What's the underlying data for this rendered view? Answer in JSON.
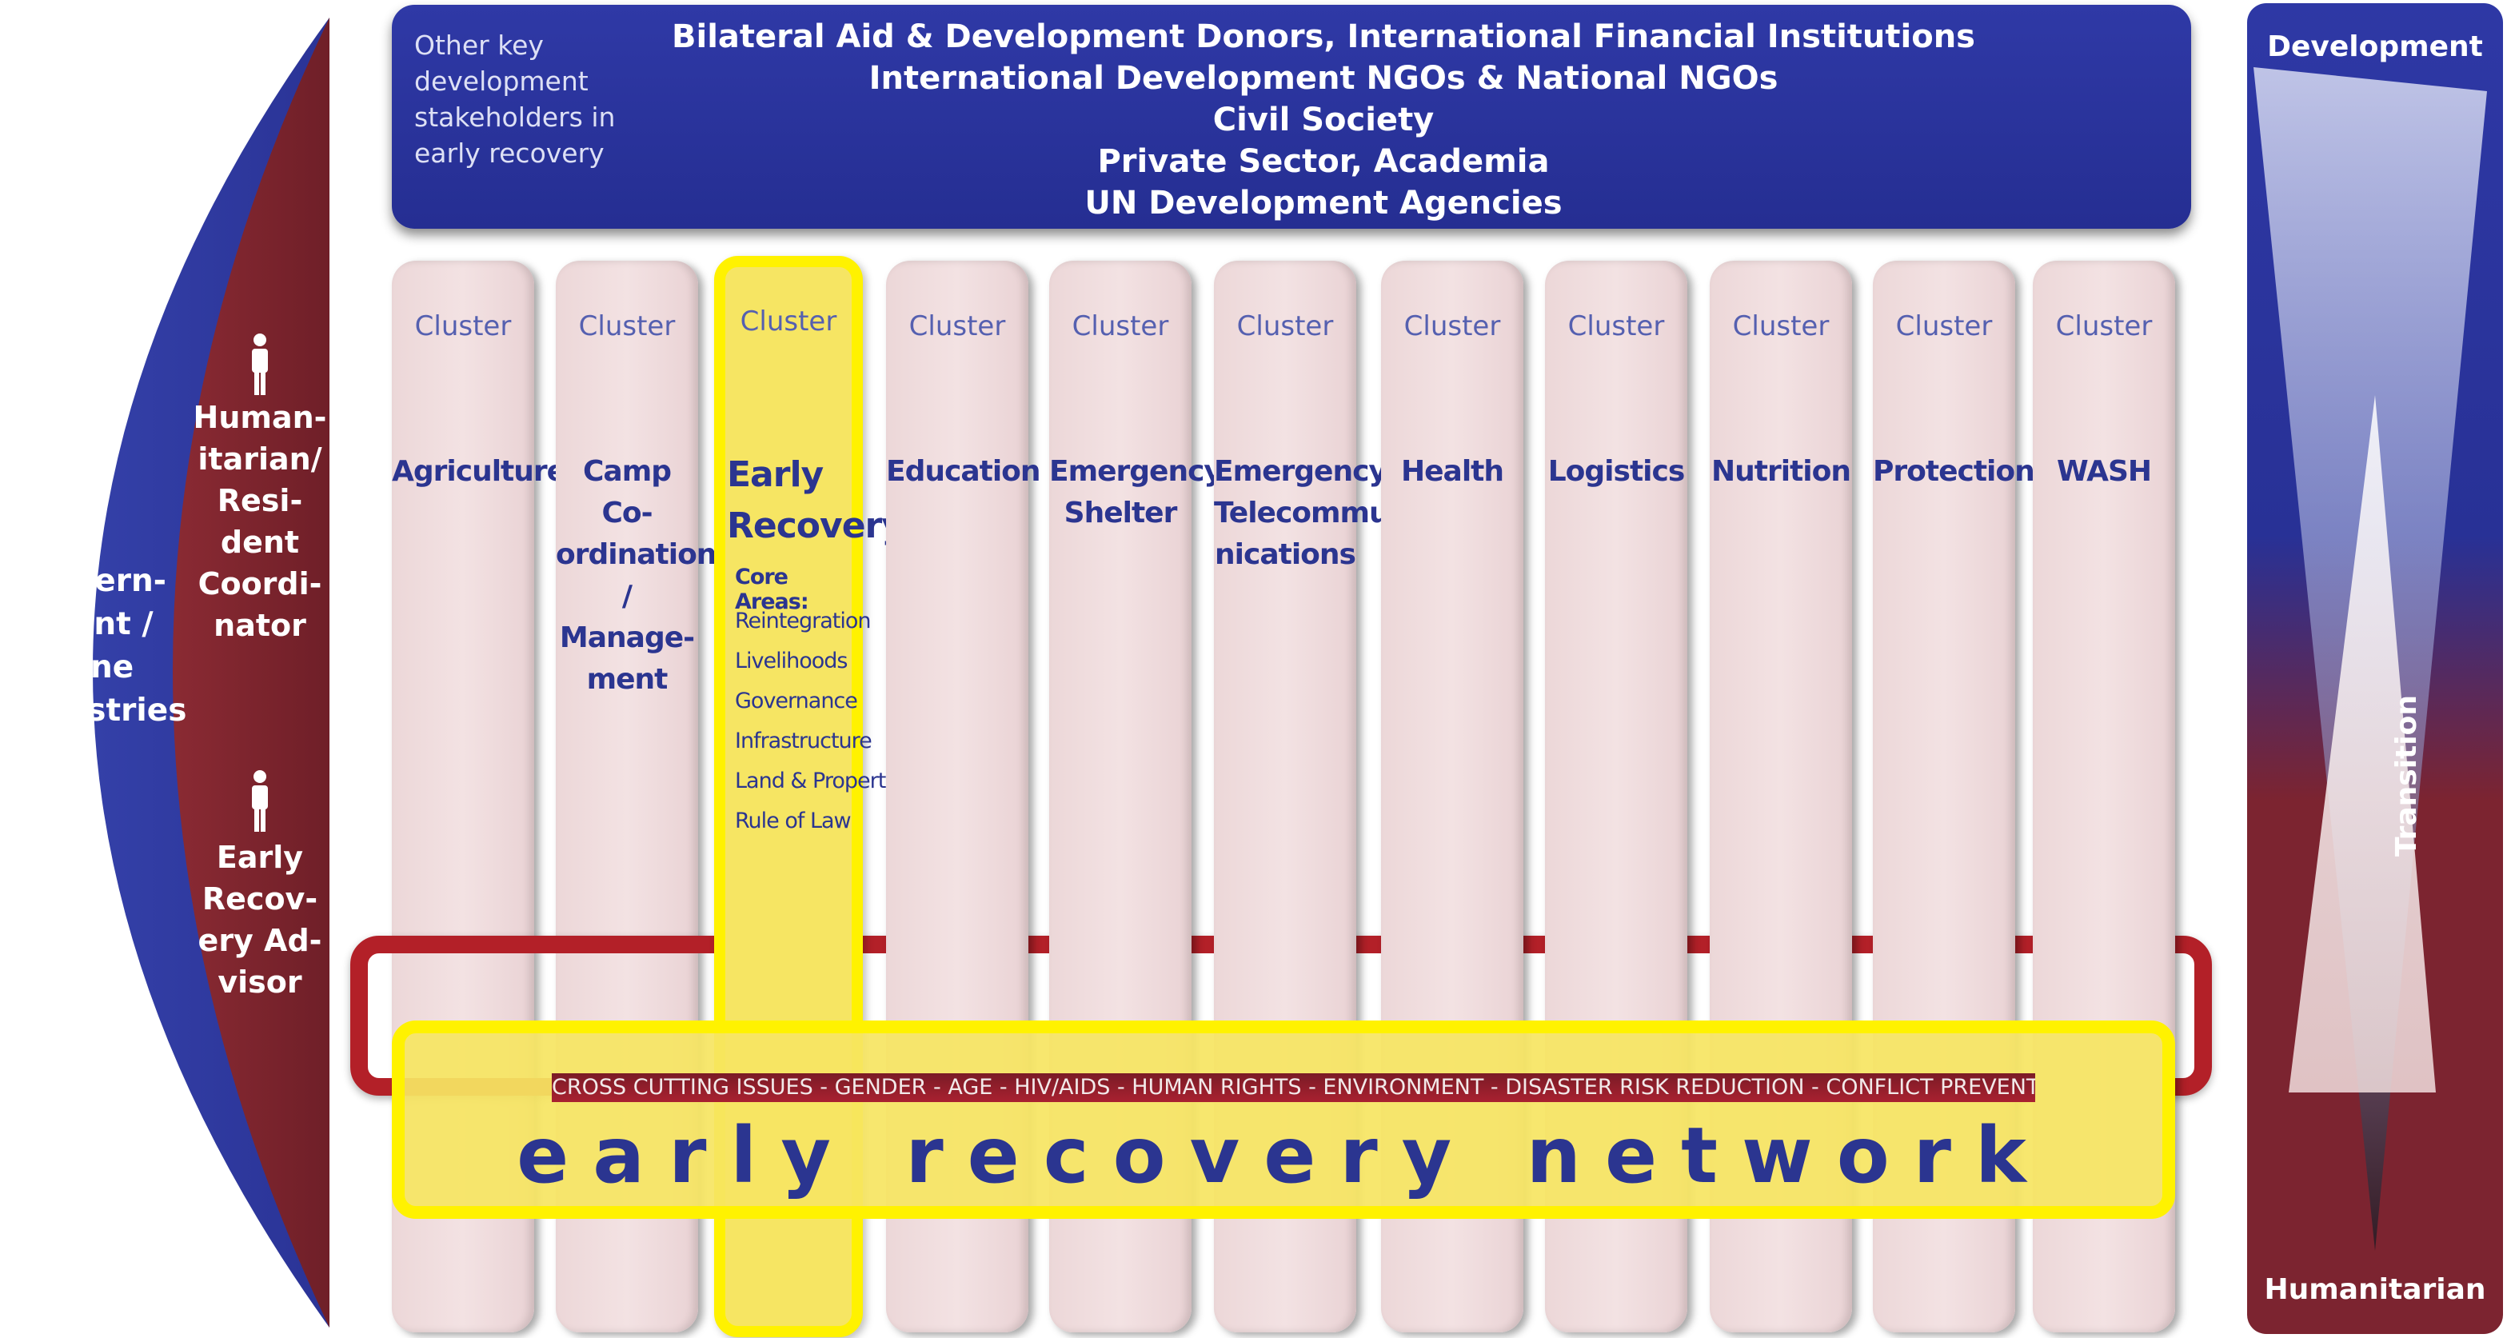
{
  "colors": {
    "navy": "#2a3396",
    "maroon": "#7c2430",
    "yellow": "#fff200",
    "cluster_pink": "#f0dcdd",
    "text_blue": "#2b3590",
    "red": "#b32028"
  },
  "left": {
    "government": "Govern-\nment  /\nLine\nMinistries",
    "coordinator": "Human-\nitarian/\nResi-\ndent\nCoordi-\nnator",
    "advisor": "Early\nRecov-\nery Ad-\nvisor",
    "person_icon": "person-icon"
  },
  "banner": {
    "side_text": "Other key\ndevelopment\nstakeholders in\nearly recovery",
    "lines": [
      "Bilateral Aid & Development Donors, International Financial Institutions",
      "International Development NGOs & National NGOs",
      "Civil Society",
      "Private Sector, Academia",
      "UN Development Agencies"
    ]
  },
  "cluster_label": "Cluster",
  "clusters": [
    {
      "name": "Agriculture"
    },
    {
      "name": "Camp Co-\nordination\n/ Manage-\nment"
    },
    {
      "name": "Early\nRecovery",
      "highlight": true
    },
    {
      "name": "Education"
    },
    {
      "name": "Emergency\nShelter"
    },
    {
      "name": "Emergency\nTelecommu-\nnications"
    },
    {
      "name": "Health"
    },
    {
      "name": "Logistics"
    },
    {
      "name": "Nutrition"
    },
    {
      "name": "Protection"
    },
    {
      "name": "WASH"
    }
  ],
  "early_recovery": {
    "core_title": "Core Areas:",
    "core_areas": [
      "Reintegration",
      "Livelihoods",
      "Governance",
      "Infrastructure",
      "Land & Property",
      "Rule of Law"
    ]
  },
  "cross_cutting": "CROSS CUTTING ISSUES - GENDER - AGE - HIV/AIDS - HUMAN RIGHTS - ENVIRONMENT -  DISASTER RISK REDUCTION - CONFLICT PREVENTION",
  "network_title": "early recovery network",
  "right": {
    "top": "Development",
    "middle": "Transition",
    "bottom": "Humanitarian"
  }
}
